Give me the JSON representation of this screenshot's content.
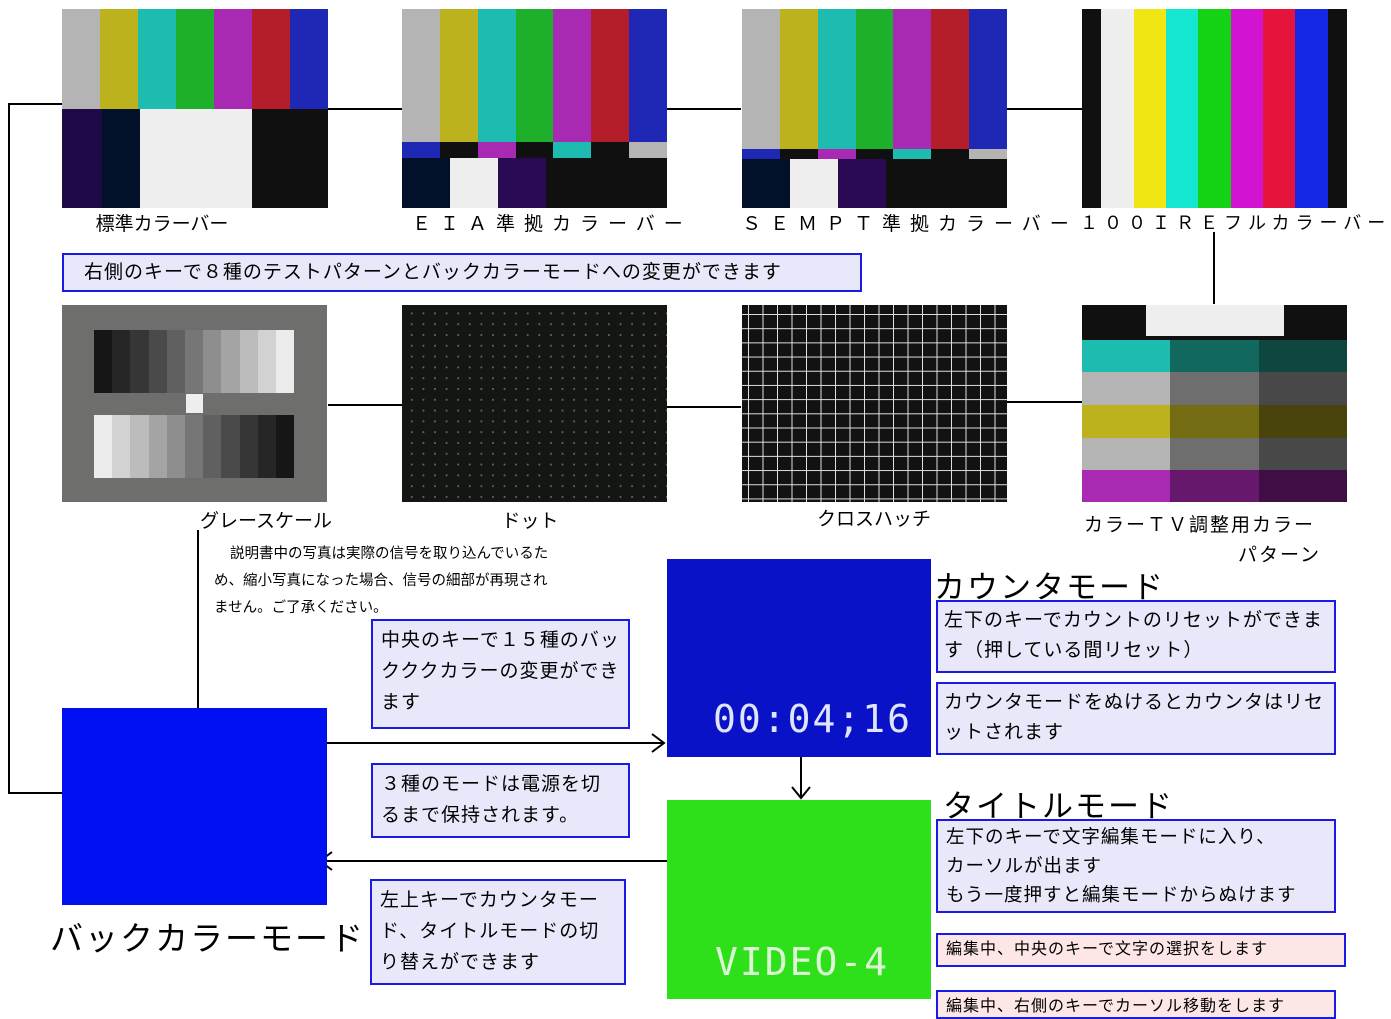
{
  "patterns_top": [
    {
      "caption": "標準カラーバー"
    },
    {
      "caption": "ＥＩＡ準拠カラーバー"
    },
    {
      "caption": "ＳＥＭＰＴ準拠カラーバー"
    },
    {
      "caption": "１００ＩＲＥフルカラーバー"
    }
  ],
  "patterns_mid": [
    {
      "caption": "グレースケール"
    },
    {
      "caption": "ドット"
    },
    {
      "caption": "クロスハッチ"
    },
    {
      "caption_line1": "カラーＴＶ調整用カラー",
      "caption_line2": "パターン"
    }
  ],
  "notes": {
    "right_key": "右側のキーで８種のテストパターンとバックカラーモードへの変更ができます",
    "photo_note": "説明書中の写真は実際の信号を取り込んでいるため、縮小写真になった場合、信号の細部が再現されません。ご了承ください。",
    "center_key": "中央のキーで１５種のバックククカラーの変更ができます",
    "modes_kept": "３種のモードは電源を切るまで保持されます。",
    "upper_left_key": "左上キーでカウンタモード、タイトルモードの切り替えができます"
  },
  "counter_mode": {
    "title": "カウンタモード",
    "display": "00:04;16",
    "note1": "左下のキーでカウントのリセットができます（押している間リセット）",
    "note2": "カウンタモードをぬけるとカウンタはリセットされます"
  },
  "title_mode": {
    "title": "タイトルモード",
    "display": "VIDEO-4",
    "note1_line1": "左下のキーで文字編集モードに入り、",
    "note1_line2": "カーソルが出ます",
    "note1_line3": "もう一度押すと編集モードからぬけます",
    "note2": "編集中、中央のキーで文字の選択をします",
    "note3": "編集中、右側のキーでカーソル移動をします"
  },
  "back_color_mode": {
    "title": "バックカラーモード"
  },
  "colors": {
    "note_border": "#1a1ae6",
    "note_bg": "#e8e8fa",
    "note_pink_bg": "#fde6e6",
    "counter_bg": "#0a12c8",
    "title_bg": "#2de01a",
    "back_color": "#0010f0"
  }
}
